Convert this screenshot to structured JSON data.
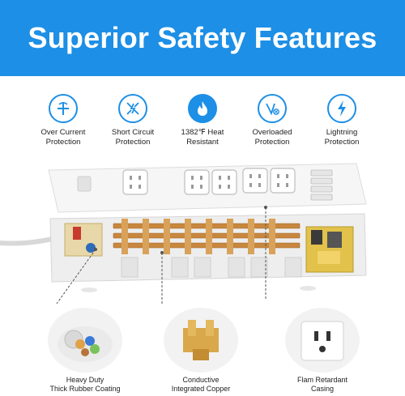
{
  "banner": {
    "title": "Superior Safety Features"
  },
  "features": [
    {
      "icon": "over-current-icon",
      "label1": "Over Current",
      "label2": "Protection"
    },
    {
      "icon": "short-circuit-icon",
      "label1": "Short Circuit",
      "label2": "Protection"
    },
    {
      "icon": "flame-icon",
      "label1": "1382℉ Heat",
      "label2": "Resistant"
    },
    {
      "icon": "overload-icon",
      "label1": "Overloaded",
      "label2": "Protection"
    },
    {
      "icon": "lightning-icon",
      "label1": "Lightning",
      "label2": "Protection"
    }
  ],
  "details": [
    {
      "icon": "rubber-cable-icon",
      "line1": "Heavy Duty",
      "line2": "Thick Rubber Coating"
    },
    {
      "icon": "copper-contact-icon",
      "line1": "Conductive",
      "line2": "Integrated Copper"
    },
    {
      "icon": "outlet-casing-icon",
      "line1": "Flam Retardant",
      "line2": "Casing"
    }
  ],
  "colors": {
    "accent": "#1d8fe6",
    "copper": "#c8873e",
    "casing": "#f4f4f4"
  }
}
